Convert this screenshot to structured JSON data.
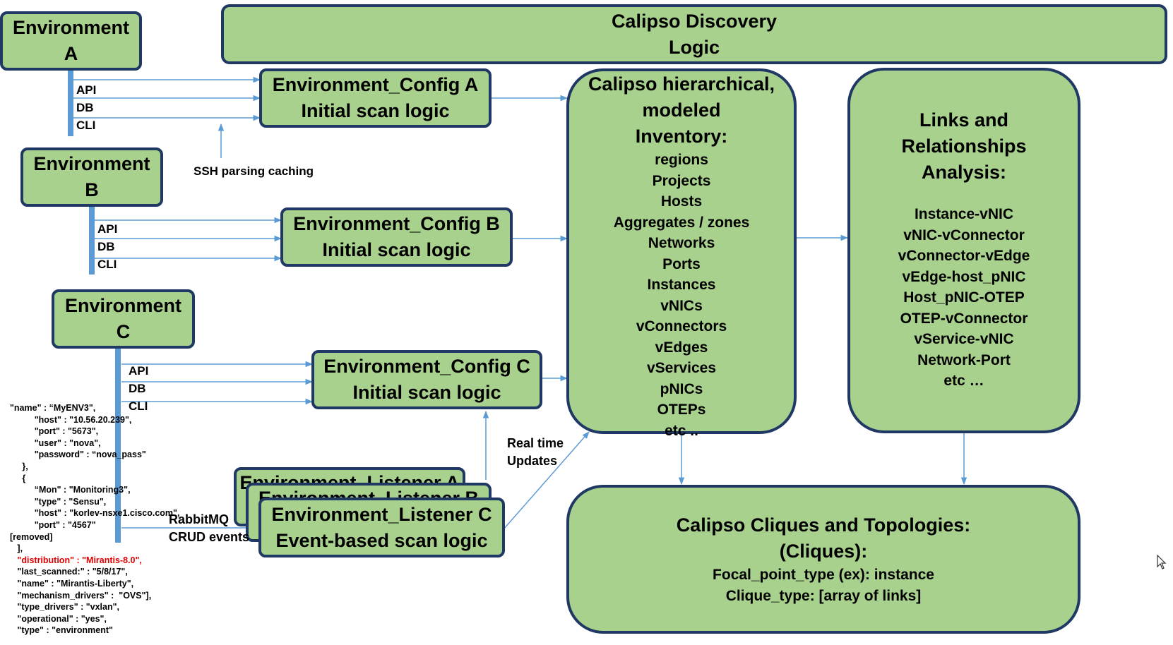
{
  "discovery": {
    "line1": "Calipso Discovery",
    "line2": "Logic"
  },
  "environments": [
    {
      "line1": "Environment",
      "line2": "A"
    },
    {
      "line1": "Environment",
      "line2": "B"
    },
    {
      "line1": "Environment",
      "line2": "C"
    }
  ],
  "interface_labels": [
    "API",
    "DB",
    "CLI"
  ],
  "ssh_label": "SSH parsing caching",
  "configs": [
    {
      "line1": "Environment_Config A",
      "line2": "Initial scan logic"
    },
    {
      "line1": "Environment_Config B",
      "line2": "Initial scan logic"
    },
    {
      "line1": "Environment_Config C",
      "line2": "Initial scan logic"
    }
  ],
  "listeners": {
    "back_a": "Environment_Listener A",
    "back_b": "Environment_Listener B",
    "front_line1": "Environment_Listener C",
    "front_line2": "Event-based scan logic"
  },
  "rabbitmq": {
    "line1": "RabbitMQ",
    "line2": "CRUD events"
  },
  "realtime": {
    "line1": "Real time",
    "line2": "Updates"
  },
  "inventory": {
    "title": [
      "Calipso hierarchical,",
      "modeled",
      "Inventory:"
    ],
    "items": [
      "regions",
      "Projects",
      "Hosts",
      "Aggregates / zones",
      "Networks",
      "Ports",
      "Instances",
      "vNICs",
      "vConnectors",
      "vEdges",
      "vServices",
      "pNICs",
      "OTEPs",
      "etc .."
    ]
  },
  "links": {
    "title": [
      "Links and",
      "Relationships",
      "Analysis:"
    ],
    "items": [
      "Instance-vNIC",
      "vNIC-vConnector",
      "vConnector-vEdge",
      "vEdge-host_pNIC",
      "Host_pNIC-OTEP",
      "OTEP-vConnector",
      "vService-vNIC",
      "Network-Port",
      "etc …"
    ]
  },
  "cliques": {
    "title": [
      "Calipso Cliques and Topologies:",
      "(Cliques):"
    ],
    "lines": [
      "Focal_point_type (ex): instance",
      "Clique_type:  [array of links]"
    ]
  },
  "json_snippet": {
    "l01": "\"name\" : “MyENV3\",",
    "l02": "          \"host\" : \"10.56.20.239\",",
    "l03": "          \"port\" : \"5673\",",
    "l04": "          \"user\" : \"nova\",",
    "l05": "          \"password\" : “nova_pass\"",
    "l06": "     },",
    "l07": "     {",
    "l08": "          “Mon\" : \"Monitoring3\",",
    "l09": "          \"type\" : \"Sensu\",",
    "l10": "          \"host\" : \"korlev-nsxe1.cisco.com\",",
    "l11": "          \"port\" : \"4567\"",
    "l12": "[removed]",
    "l13": "   ],",
    "l14": "   \"distribution\" : \"Mirantis-8.0\",",
    "l15": "   \"last_scanned:\" : \"5/8/17\",",
    "l16": "   \"name\" : \"Mirantis-Liberty\",",
    "l17": "   \"mechanism_drivers\" :  \"OVS\"],",
    "l18": "   \"type_drivers\" : \"vxlan\",",
    "l19": "   \"operational\" : \"yes\",",
    "l20": "   \"type\" : \"environment\""
  },
  "colors": {
    "box_fill": "#a9d18e",
    "box_border": "#1f3864",
    "arrow": "#5b9bd5",
    "highlight": "#e00000"
  }
}
